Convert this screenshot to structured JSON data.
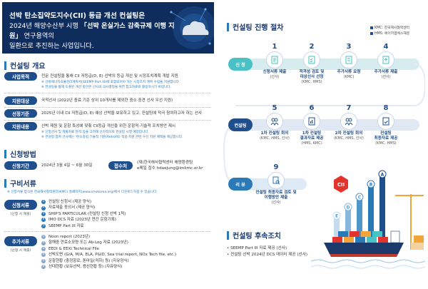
{
  "banner": {
    "line1": "선박 탄소집약도지수(CII) 등급 개선 컨설팅은",
    "line2_a": "2024년 해양수산부 시행 ",
    "line2_hl": "「선박 온실가스 감축규제 이행 지원」",
    "line2_b": " 연구용역의",
    "line3": "일환으로 추진하는 사업입니다."
  },
  "overview": {
    "title": "컨설팅 개요",
    "rows": [
      {
        "label": "사업목적",
        "text": "전문 컨설팅을 통해 CII 저등급(D, E) 선박의 등급 개선 및 시정조치계획 개발 지원",
        "notes": [
          "※ 선박에너지효율관리계획서(SEEMP Part III)에 포함되어야 하는 시정조치 계획 수립을 지원합니다.",
          "※ 컨설팅을 통해 도출된 개선 방안은 선사의 의사결정을 위한 참고자료로 활용하시기 바랍니다."
        ]
      },
      {
        "label": "지원대상",
        "text": "국적선사 (2022년 종료 기준 상위 10개사를 제외한 중소·중견 선사 우선 지원)",
        "notes": []
      },
      {
        "label": "선정기준",
        "text": "2025년 이내 CII 저등급(D, E) 예상 선박을 보유하고 있고, 컨설팅에 적극 참여하고자 하는 선사",
        "notes": []
      },
      {
        "label": "지원내용",
        "text": "선박 제원 및 운항 특성에 맞춰 CII등급 개선을 위한 운항적·기술적 조치방안 제시",
        "notes": [
          "※ 신청선사 및 제출자료 분석 등을 고려해 순차적으로 컨설팅 시행 예정입니다.",
          "※ 컨설팅 참여 선사에는 ‘탄소중립 기술적 기준(Retrofit) 적용·지원 관련 우선 지원 혜택을 제공합니다."
        ]
      }
    ]
  },
  "application": {
    "title": "신청방법",
    "period_label": "신청기간",
    "period": "2024년 3월 4일 ~ 6월 30일",
    "receipt_label": "접수처",
    "receipt_org": "(재)한국해사협력센터 해양환경팀",
    "receipt_email": "e메일 접수 hdaejung@imkmc.or.kr"
  },
  "documents": {
    "title": "구비서류",
    "note": "※ 신청서류 양식은 한국해사협력센터(KMC) 홈페이지(www.imokorea.org)에서 다운로드하실 수 있습니다.",
    "required_label": "신청서류",
    "required_sub": "(신청 시 제출)",
    "required": [
      "컨설팅 신청서 (제공 양식)",
      "자료제출 동의서 (제공 양식)",
      "SHIP'S PARTICULAR (컨설팅 신청 선박 1척)",
      "IMO DCS 자료 (2023년 연간 운항기록)",
      "SEEMP Part III 자료"
    ],
    "extra_label": "추가서류",
    "extra_sub": "(선정 시 제출)",
    "extra": [
      "Noon report (2023년)",
      "항해중 연료소모량 또는 Ab-Log 자료 (2023년)",
      "EEDI & EEXI Technical File",
      "선박도면 (G/A, M/A, ELA, P&ID, Sea trial report, NOx Tech file, etc.)",
      "운항현황 (충정항로, 톤마일(적하) 등) (자유양식)",
      "선대현황 (보유선박, 용선현황 등) (자유양식)"
    ]
  },
  "process": {
    "title": "컨설팅 진행 절차",
    "legend": [
      "KMC: 한국해사협력센터",
      "HMS: 에이치엠에스해운"
    ],
    "stages": [
      {
        "label": "신 청",
        "color": "#48c2c4"
      },
      {
        "label": "컨설팅",
        "color": "#1f4e8c"
      },
      {
        "label": "리 뷰",
        "color": "#2a7ab8"
      }
    ],
    "steps": [
      {
        "num": "1",
        "title": "신청서류 제출",
        "sub": "(선사)",
        "icon": "form-icon"
      },
      {
        "num": "2",
        "title": "적격성 검토 및",
        "title2": "대상선사 선정",
        "sub": "(KMC, HMS)",
        "icon": "checklist-icon"
      },
      {
        "num": "3",
        "title": "추가서류 요청",
        "sub": "(KMC)",
        "icon": "document-request-icon"
      },
      {
        "num": "4",
        "title": "추가서류 제출",
        "sub": "(선사)",
        "icon": "document-submit-icon"
      },
      {
        "num": "5",
        "title": "1차 컨설팅 회의",
        "sub": "(KMC, HMS, 선사)",
        "icon": "meeting-icon"
      },
      {
        "num": "6",
        "title": "1차 컨설팅",
        "title2": "결과자료 제공",
        "sub": "(HMS, KMC)",
        "icon": "report-icon"
      },
      {
        "num": "7",
        "title": "2차 컨설팅 회의",
        "sub": "(KMC, HMS, 선사)",
        "icon": "meeting-icon"
      },
      {
        "num": "8",
        "title": "컨설팅",
        "title2": "최종자료 제공",
        "sub": "(KMC, HMS)",
        "icon": "final-report-icon"
      },
      {
        "num": "9",
        "title": "컨설팅 최종자료 검토 및",
        "title2": "이행방안 제출",
        "sub": "(선사)",
        "icon": "review-icon"
      }
    ]
  },
  "follow": {
    "title": "컨설팅 후속조치",
    "items": [
      "SEEMP Part III 자료 제공 (선사)",
      "컨설팅 선박 2024년 DCS 데이터 제공 (선사)"
    ]
  },
  "illustration": {
    "title_badge": "CII",
    "grades": [
      "A",
      "B",
      "C",
      "D",
      "E"
    ]
  }
}
